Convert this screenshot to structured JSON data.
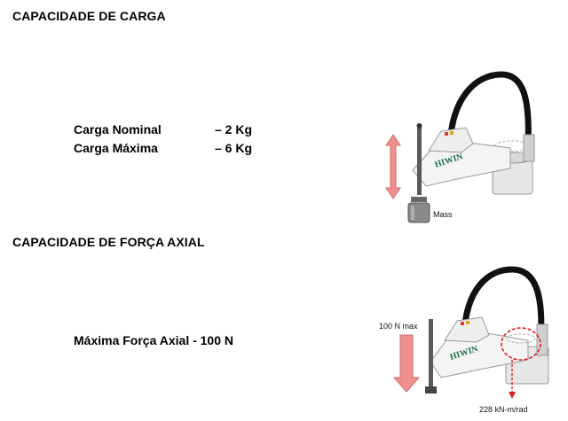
{
  "sections": [
    {
      "heading": "CAPACIDADE DE CARGA",
      "specs": [
        {
          "label": "Carga Nominal",
          "value": "– 2 Kg"
        },
        {
          "label": "Carga Máxima",
          "value": "– 6 Kg"
        }
      ],
      "figure": {
        "brand": "HIWIN",
        "callout": "Mass",
        "arrow_color": "#ef8f8f"
      }
    },
    {
      "heading": "CAPACIDADE DE FORÇA AXIAL",
      "spec": "Máxima Força Axial - 100 N",
      "figure": {
        "brand": "HIWIN",
        "callout_force": "100 N max",
        "callout_torque": "228 kN-m/rad",
        "arrow_color": "#ef8f8f",
        "accent_color": "#e02020"
      }
    }
  ]
}
